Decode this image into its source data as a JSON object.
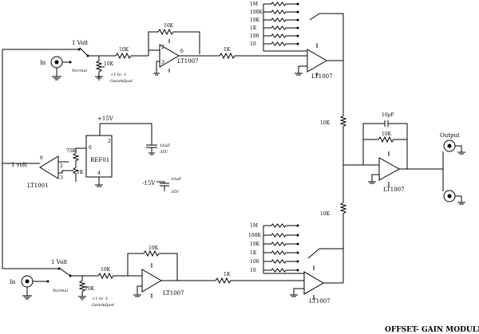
{
  "title": "OFFSET- GAIN MODULE",
  "top": {
    "in_label": "In",
    "switch_pos1": "1 Volt",
    "switch_pos2": "Normal",
    "r_input": "10K",
    "r_gain_pot": "10K",
    "gain_adjust": "+1 to -1",
    "gain_adjust_word": "GainAdjust",
    "r_feedback": "10K",
    "opamp1": "LT1007",
    "pins": [
      "2",
      "3",
      "6"
    ],
    "r_series": "1K",
    "opamp2": "LT1007",
    "range_resistors": [
      "1M",
      "100K",
      "10K",
      "1K",
      "100",
      "10"
    ]
  },
  "ref": {
    "supply_pos": "+15V",
    "cap_pos": "10uF",
    "cap_pos_v": "35V",
    "supply_neg": "-15V",
    "cap_neg": "10uF",
    "cap_neg_v": "35V",
    "chip": "REF01",
    "chip_pins": [
      "6",
      "2",
      "4"
    ],
    "r_trim": "75K",
    "pot_trim": "1K",
    "volt_label": "1 volt",
    "buffer_pins": [
      "6",
      "2",
      "3"
    ],
    "buffer": "LT1001"
  },
  "mix": {
    "r_sum_top": "10K",
    "r_sum_bottom": "10K",
    "cap_fb": "10pF",
    "r_fb": "10K",
    "opamp": "LT1007",
    "output_label": "Output"
  },
  "bottom": {
    "in_label": "In",
    "switch_pos1": "1 Volt",
    "switch_pos2": "Normal",
    "r_input": "10K",
    "r_gain_pot": "10K",
    "gain_adjust": "+1 to -1",
    "gain_adjust_word": "GainAdjust",
    "r_feedback": "10K",
    "opamp1": "LT1007",
    "r_series": "1K",
    "opamp2": "LT1007",
    "range_resistors": [
      "1M",
      "100K",
      "10K",
      "1K",
      "100",
      "10"
    ]
  }
}
